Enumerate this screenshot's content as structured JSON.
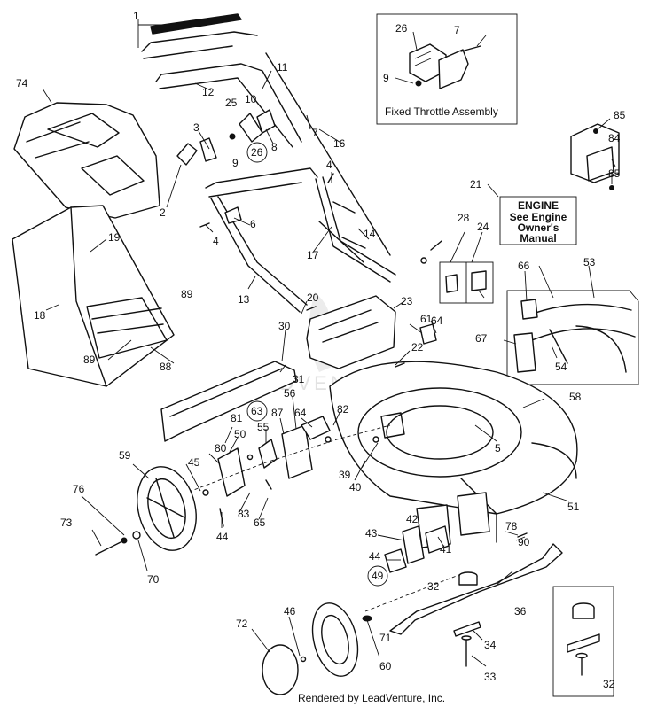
{
  "boxes": {
    "fixed_throttle_title": "Fixed Throttle Assembly",
    "engine_title": "ENGINE",
    "engine_line1": "See Engine",
    "engine_line2": "Owner's",
    "engine_line3": "Manual"
  },
  "watermark": "LEADVENTURE",
  "footer": "Rendered by LeadVenture, Inc.",
  "callouts": [
    {
      "id": "c1",
      "num": "1"
    },
    {
      "id": "c2",
      "num": "2"
    },
    {
      "id": "c3",
      "num": "3"
    },
    {
      "id": "c4a",
      "num": "4"
    },
    {
      "id": "c4b",
      "num": "4"
    },
    {
      "id": "c5",
      "num": "5"
    },
    {
      "id": "c6",
      "num": "6"
    },
    {
      "id": "c7a",
      "num": "7"
    },
    {
      "id": "c7b",
      "num": "7"
    },
    {
      "id": "c8",
      "num": "8"
    },
    {
      "id": "c9a",
      "num": "9"
    },
    {
      "id": "c9b",
      "num": "9"
    },
    {
      "id": "c10",
      "num": "10"
    },
    {
      "id": "c11",
      "num": "11"
    },
    {
      "id": "c12",
      "num": "12"
    },
    {
      "id": "c13",
      "num": "13"
    },
    {
      "id": "c14",
      "num": "14"
    },
    {
      "id": "c16",
      "num": "16"
    },
    {
      "id": "c17",
      "num": "17"
    },
    {
      "id": "c18",
      "num": "18"
    },
    {
      "id": "c19",
      "num": "19"
    },
    {
      "id": "c20",
      "num": "20"
    },
    {
      "id": "c21",
      "num": "21"
    },
    {
      "id": "c22",
      "num": "22"
    },
    {
      "id": "c23",
      "num": "23"
    },
    {
      "id": "c24",
      "num": "24"
    },
    {
      "id": "c25",
      "num": "25"
    },
    {
      "id": "c26a",
      "num": "26"
    },
    {
      "id": "c26b",
      "num": "26"
    },
    {
      "id": "c28",
      "num": "28"
    },
    {
      "id": "c30",
      "num": "30"
    },
    {
      "id": "c31",
      "num": "31"
    },
    {
      "id": "c32a",
      "num": "32"
    },
    {
      "id": "c32b",
      "num": "32"
    },
    {
      "id": "c33",
      "num": "33"
    },
    {
      "id": "c34",
      "num": "34"
    },
    {
      "id": "c36",
      "num": "36"
    },
    {
      "id": "c39",
      "num": "39"
    },
    {
      "id": "c40",
      "num": "40"
    },
    {
      "id": "c41",
      "num": "41"
    },
    {
      "id": "c42",
      "num": "42"
    },
    {
      "id": "c43",
      "num": "43"
    },
    {
      "id": "c44a",
      "num": "44"
    },
    {
      "id": "c44b",
      "num": "44"
    },
    {
      "id": "c45",
      "num": "45"
    },
    {
      "id": "c46",
      "num": "46"
    },
    {
      "id": "c49",
      "num": "49"
    },
    {
      "id": "c50",
      "num": "50"
    },
    {
      "id": "c51",
      "num": "51"
    },
    {
      "id": "c53",
      "num": "53"
    },
    {
      "id": "c54",
      "num": "54"
    },
    {
      "id": "c55",
      "num": "55"
    },
    {
      "id": "c56",
      "num": "56"
    },
    {
      "id": "c58",
      "num": "58"
    },
    {
      "id": "c59",
      "num": "59"
    },
    {
      "id": "c60",
      "num": "60"
    },
    {
      "id": "c61",
      "num": "61"
    },
    {
      "id": "c63",
      "num": "63"
    },
    {
      "id": "c64a",
      "num": "64"
    },
    {
      "id": "c64b",
      "num": "64"
    },
    {
      "id": "c65",
      "num": "65"
    },
    {
      "id": "c66",
      "num": "66"
    },
    {
      "id": "c67",
      "num": "67"
    },
    {
      "id": "c70",
      "num": "70"
    },
    {
      "id": "c71",
      "num": "71"
    },
    {
      "id": "c72",
      "num": "72"
    },
    {
      "id": "c73",
      "num": "73"
    },
    {
      "id": "c74",
      "num": "74"
    },
    {
      "id": "c76",
      "num": "76"
    },
    {
      "id": "c78",
      "num": "78"
    },
    {
      "id": "c80",
      "num": "80"
    },
    {
      "id": "c81",
      "num": "81"
    },
    {
      "id": "c82",
      "num": "82"
    },
    {
      "id": "c83",
      "num": "83"
    },
    {
      "id": "c84",
      "num": "84"
    },
    {
      "id": "c85a",
      "num": "85"
    },
    {
      "id": "c85b",
      "num": "85"
    },
    {
      "id": "c87",
      "num": "87"
    },
    {
      "id": "c88",
      "num": "88"
    },
    {
      "id": "c89a",
      "num": "89"
    },
    {
      "id": "c89b",
      "num": "89"
    },
    {
      "id": "c90",
      "num": "90"
    }
  ]
}
